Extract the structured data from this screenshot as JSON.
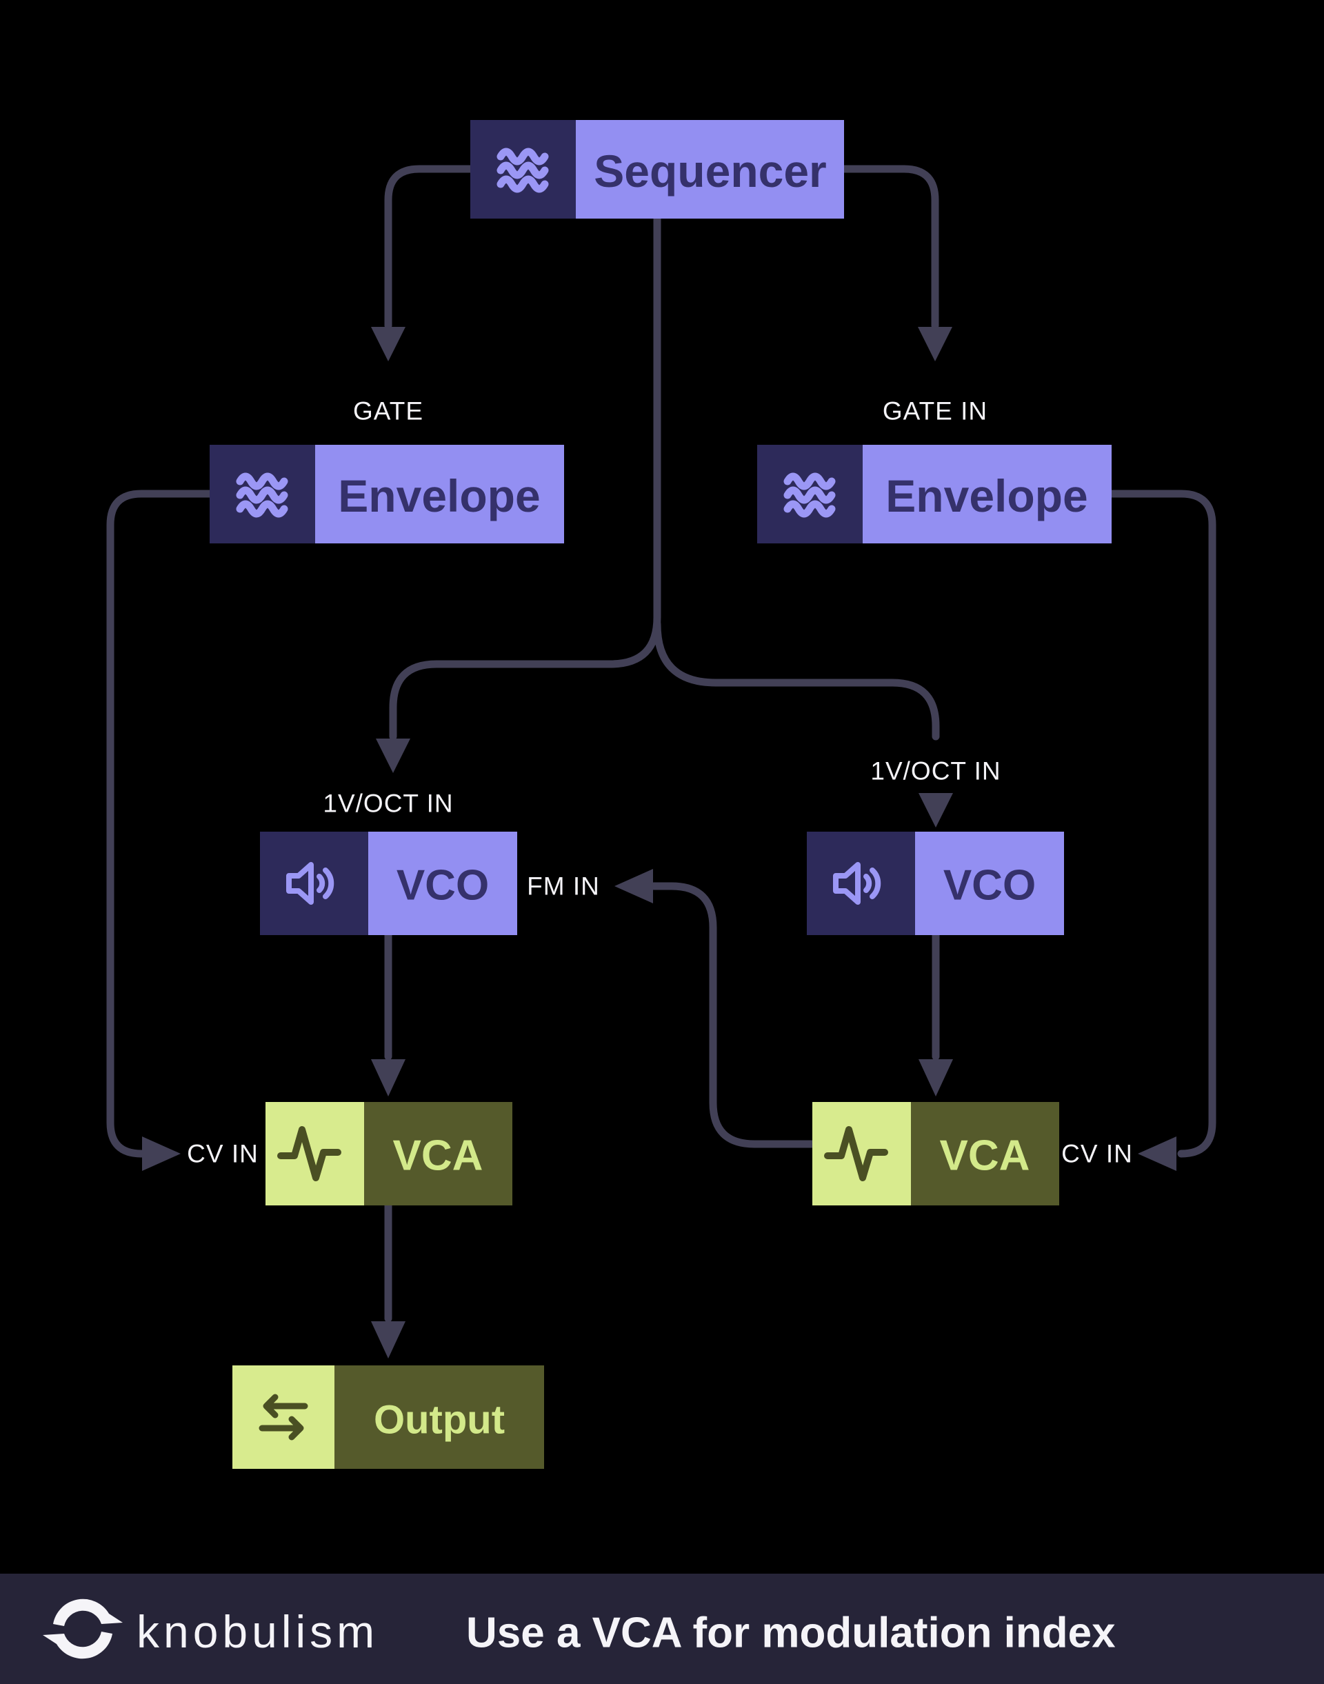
{
  "nodes": {
    "sequencer": {
      "label": "Sequencer",
      "icon": "waves-icon"
    },
    "envelope_left": {
      "label": "Envelope",
      "icon": "waves-icon"
    },
    "envelope_right": {
      "label": "Envelope",
      "icon": "waves-icon"
    },
    "vco_left": {
      "label": "VCO",
      "icon": "speaker-icon"
    },
    "vco_right": {
      "label": "VCO",
      "icon": "speaker-icon"
    },
    "vca_left": {
      "label": "VCA",
      "icon": "activity-icon"
    },
    "vca_right": {
      "label": "VCA",
      "icon": "activity-icon"
    },
    "output": {
      "label": "Output",
      "icon": "transfer-icon"
    }
  },
  "port_labels": {
    "gate": "GATE",
    "gate_in": "GATE IN",
    "voct_left": "1V/OCT IN",
    "voct_right": "1V/OCT IN",
    "fm_in": "FM IN",
    "cv_in_left": "CV IN",
    "cv_in_right": "CV IN"
  },
  "footer": {
    "brand": "knobulism",
    "tagline": "Use a VCA for modulation index"
  },
  "colors": {
    "background": "#000000",
    "panel_navy": "#2d2a5a",
    "panel_purple": "#938ff2",
    "panel_light_green": "#d8eb8e",
    "panel_olive": "#555a2b",
    "title_navy": "#35316b",
    "title_green": "#d3e98a",
    "icon_purple": "#9b97f5",
    "icon_olive": "#4a4f23",
    "wire": "#424056",
    "label_white": "#f5f4f8",
    "footer_bg": "#262438"
  }
}
